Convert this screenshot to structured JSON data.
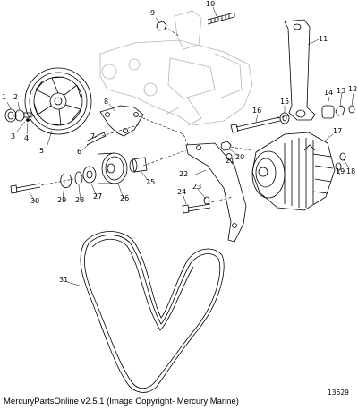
{
  "callouts": [
    {
      "id": "1",
      "label": "1"
    },
    {
      "id": "2",
      "label": "2"
    },
    {
      "id": "3",
      "label": "3"
    },
    {
      "id": "4",
      "label": "4"
    },
    {
      "id": "5",
      "label": "5"
    },
    {
      "id": "6",
      "label": "6"
    },
    {
      "id": "7",
      "label": "7"
    },
    {
      "id": "8",
      "label": "8"
    },
    {
      "id": "9",
      "label": "9"
    },
    {
      "id": "10",
      "label": "10"
    },
    {
      "id": "11",
      "label": "11"
    },
    {
      "id": "12",
      "label": "12"
    },
    {
      "id": "13",
      "label": "13"
    },
    {
      "id": "14",
      "label": "14"
    },
    {
      "id": "15",
      "label": "15"
    },
    {
      "id": "16",
      "label": "16"
    },
    {
      "id": "17",
      "label": "17"
    },
    {
      "id": "18",
      "label": "18"
    },
    {
      "id": "19",
      "label": "19"
    },
    {
      "id": "20",
      "label": "20"
    },
    {
      "id": "21",
      "label": "21"
    },
    {
      "id": "22",
      "label": "22"
    },
    {
      "id": "23",
      "label": "23"
    },
    {
      "id": "24",
      "label": "24"
    },
    {
      "id": "25",
      "label": "25"
    },
    {
      "id": "26",
      "label": "26"
    },
    {
      "id": "27",
      "label": "27"
    },
    {
      "id": "28",
      "label": "28"
    },
    {
      "id": "29",
      "label": "29"
    },
    {
      "id": "30",
      "label": "30"
    },
    {
      "id": "31",
      "label": "31"
    }
  ],
  "caption": "MercuryPartsOnline v2.5.1 (Image Copyright- Mercury Marine)",
  "figure_number": "13629"
}
